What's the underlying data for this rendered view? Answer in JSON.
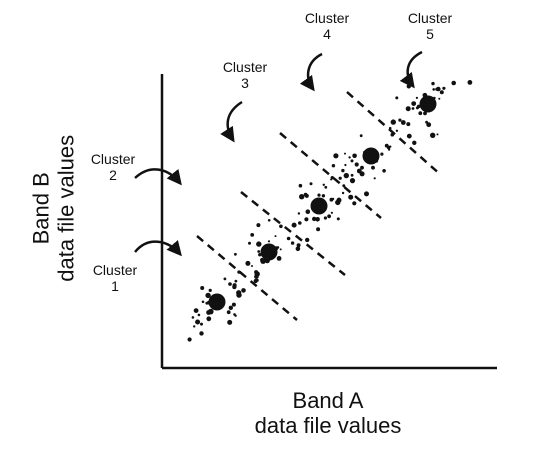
{
  "figure": {
    "x_axis": {
      "line1": "Band A",
      "line2": "data file values"
    },
    "y_axis": {
      "line1": "Band B",
      "line2": "data file values"
    },
    "clusters": [
      {
        "word": "Cluster",
        "num": "1"
      },
      {
        "word": "Cluster",
        "num": "2"
      },
      {
        "word": "Cluster",
        "num": "3"
      },
      {
        "word": "Cluster",
        "num": "4"
      },
      {
        "word": "Cluster",
        "num": "5"
      }
    ],
    "cluster_count": 5,
    "colors": {
      "ink": "#111111",
      "background": "#ffffff"
    }
  }
}
